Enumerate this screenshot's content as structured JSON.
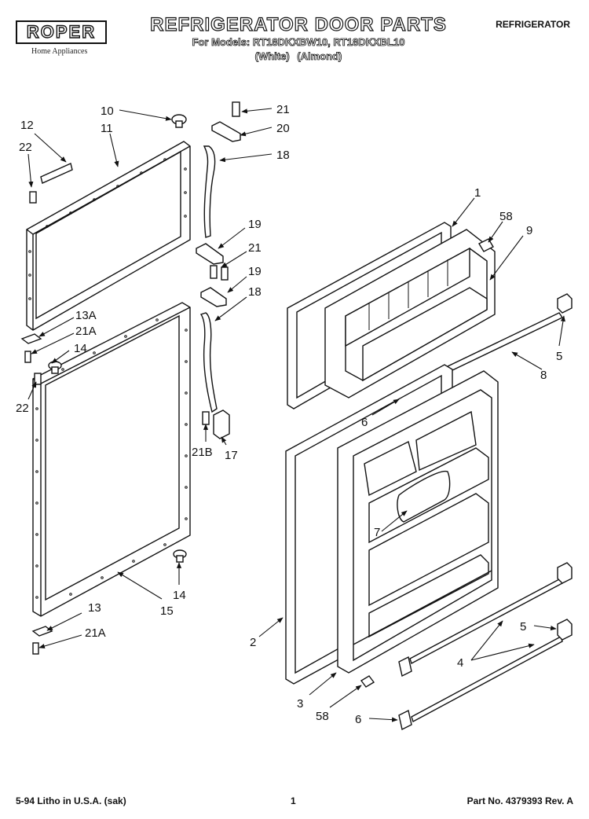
{
  "header": {
    "brand": "ROPER",
    "brand_sub": "Home Appliances",
    "title": "REFRIGERATOR DOOR PARTS",
    "models": "For Models: RT18DKXBW10, RT18DKXBL10",
    "colors": "(White)   (Almond)",
    "category": "REFRIGERATOR"
  },
  "footer": {
    "litho": "5-94 Litho in U.S.A. (sak)",
    "page": "1",
    "part_no": "Part No. 4379393 Rev. A"
  },
  "callouts": {
    "c10": "10",
    "c11": "11",
    "c12": "12",
    "c22a": "22",
    "c21a": "21",
    "c20": "20",
    "c18a": "18",
    "c19a": "19",
    "c21b": "21",
    "c19b": "19",
    "c18b": "18",
    "c13A": "13A",
    "c21A": "21A",
    "c14a": "14",
    "c22b": "22",
    "c21B": "21B",
    "c17": "17",
    "c14b": "14",
    "c15": "15",
    "c13": "13",
    "c21A2": "21A",
    "c1": "1",
    "c58a": "58",
    "c9": "9",
    "c5a": "5",
    "c8": "8",
    "c6a": "6",
    "c7": "7",
    "c2": "2",
    "c5b": "5",
    "c4": "4",
    "c3": "3",
    "c58b": "58",
    "c6b": "6"
  }
}
